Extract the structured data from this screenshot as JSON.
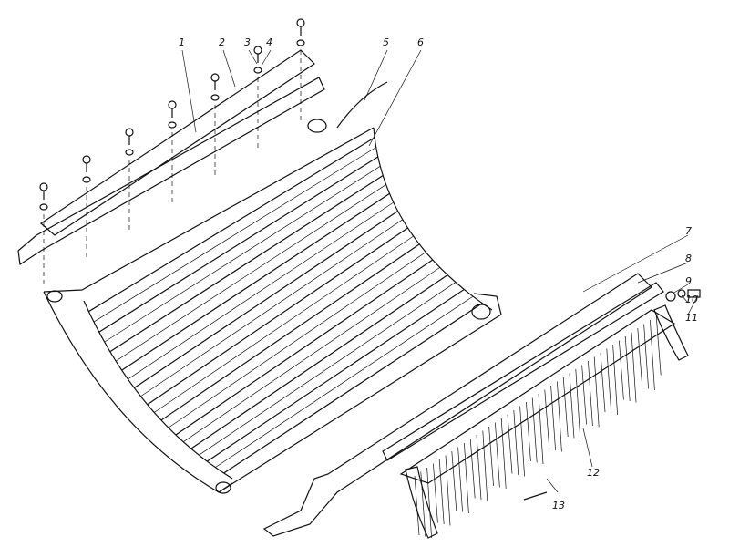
{
  "diagram": {
    "type": "exploded-assembly-drawing",
    "part_labels": [
      "1",
      "2",
      "3",
      "4",
      "5",
      "6",
      "7",
      "8",
      "9",
      "10",
      "11",
      "12",
      "13"
    ],
    "colors": {
      "ink": "#111111",
      "paper": "#ffffff"
    }
  }
}
